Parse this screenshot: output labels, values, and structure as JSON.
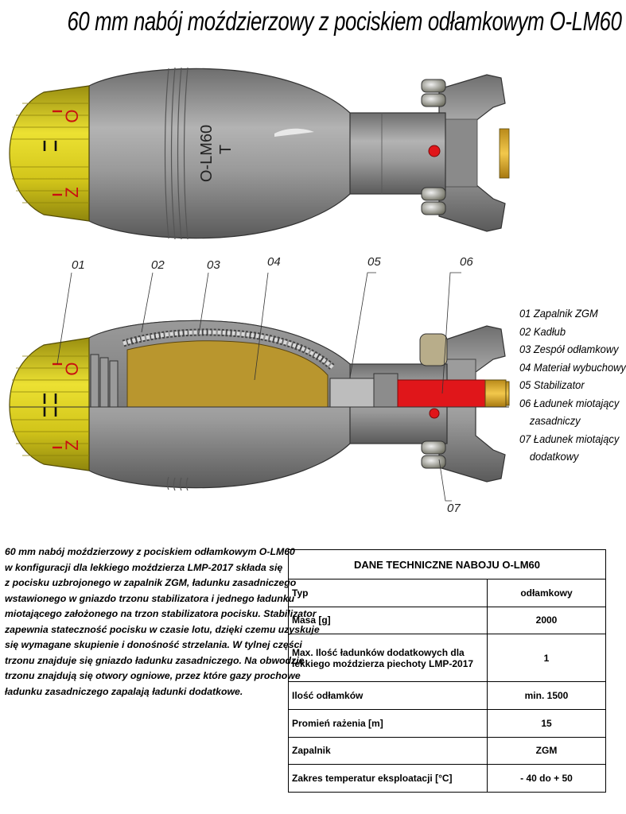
{
  "title": "60 mm nabój moździerzowy z pociskiem odłamkowym O-LM60",
  "projectile_marking": {
    "line1": "T",
    "line2": "O-LM60"
  },
  "fuze_letters": {
    "top": "O",
    "bottom": "Z"
  },
  "callouts": [
    "01",
    "02",
    "03",
    "04",
    "05",
    "06",
    "07"
  ],
  "legend": [
    {
      "lines": [
        "01 Zapalnik ZGM"
      ]
    },
    {
      "lines": [
        "02 Kadłub"
      ]
    },
    {
      "lines": [
        "03 Zespół odłamkowy"
      ]
    },
    {
      "lines": [
        "04 Materiał wybuchowy"
      ]
    },
    {
      "lines": [
        "05 Stabilizator"
      ]
    },
    {
      "lines": [
        "06 Ładunek miotający",
        "zasadniczy"
      ]
    },
    {
      "lines": [
        "07 Ładunek miotający",
        "dodatkowy"
      ]
    }
  ],
  "description": [
    "60 mm nabój moździerzowy z pociskiem odłamkowym O-LM60",
    "w konfiguracji  dla lekkiego moździerza LMP-2017  składa się",
    "z pocisku uzbrojonego  w zapalnik ZGM, ładunku zasadniczego",
    "wstawionego w gniazdo trzonu stabilizatora i jednego ładunku",
    "miotającego założonego na trzon stabilizatora pocisku. Stabilizator",
    "zapewnia stateczność pocisku w czasie lotu, dzięki czemu uzyskuje",
    "się wymagane skupienie i donośność strzelania. W tylnej części",
    "trzonu znajduje się gniazdo ładunku zasadniczego. Na obwodzie",
    "trzonu znajdują się otwory ogniowe, przez które gazy prochowe",
    "ładunku zasadniczego zapalają ładunki dodatkowe."
  ],
  "spec_table": {
    "header": "DANE TECHNICZNE NABOJU O-LM60",
    "rows": [
      {
        "label": "Typ",
        "value": "odłamkowy"
      },
      {
        "label": "Masa [g]",
        "value": "2000"
      },
      {
        "label": "Max. Ilość ładunków dodatkowych dla lekkiego moździerza piechoty LMP-2017",
        "value": "1"
      },
      {
        "label": "Ilość odłamków",
        "value": "min. 1500"
      },
      {
        "label": "Promień rażenia [m]",
        "value": "15"
      },
      {
        "label": "Zapalnik",
        "value": "ZGM"
      },
      {
        "label": "Zakres temperatur eksploatacji [°C]",
        "value": "- 40 do + 50"
      }
    ]
  },
  "colors": {
    "fuze_yellow": "#d8cc1e",
    "body_grey": "#8d8d8d",
    "explosive": "#b9962e",
    "charge_red": "#e0161a",
    "fin_grey": "#9a9a9a"
  }
}
